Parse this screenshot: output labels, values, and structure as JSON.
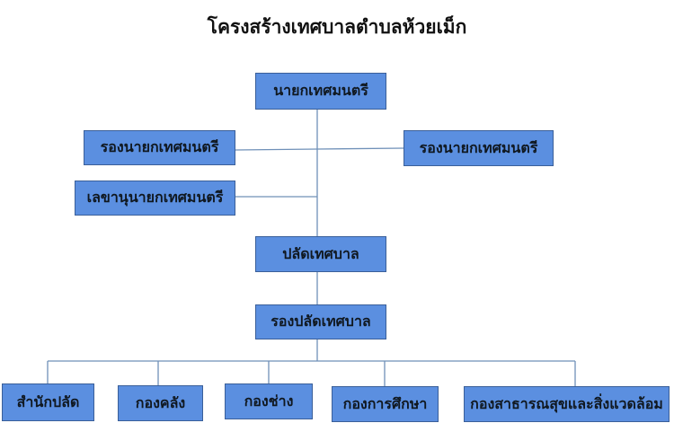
{
  "title": "โครงสร้างเทศบาลตำบลห้วยเม็ก",
  "nodes": {
    "mayor": "นายกเทศมนตรี",
    "deputy_left": "รองนายกเทศมนตรี",
    "deputy_right": "รองนายกเทศมนตรี",
    "secretary": "เลขานุนายกเทศมนตรี",
    "clerk": "ปลัดเทศบาล",
    "deputy_clerk": "รองปลัดเทศบาล"
  },
  "divisions": [
    "สำนักปลัด",
    "กองคลัง",
    "กองช่าง",
    "กองการศึกษา",
    "กองสาธารณสุขและสิ่งแวดล้อม"
  ],
  "colors": {
    "box_fill": "#5b8fe0",
    "box_border": "#3a5f99",
    "connector": "#6f90b8"
  }
}
